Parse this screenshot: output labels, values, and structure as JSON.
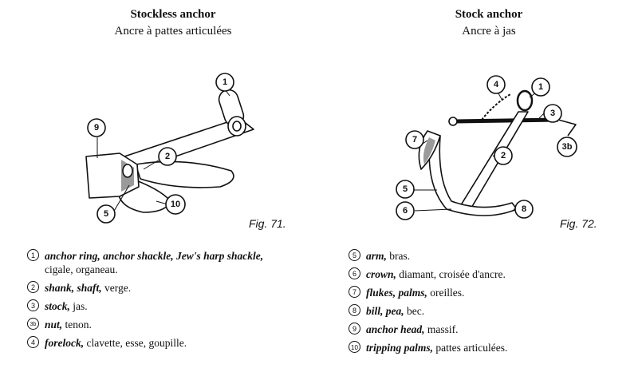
{
  "left": {
    "title_en": "Stockless anchor",
    "title_fr": "Ancre à pattes articulées",
    "figure": "Fig. 71.",
    "callouts": [
      "1",
      "2",
      "9",
      "5",
      "10"
    ]
  },
  "right": {
    "title_en": "Stock anchor",
    "title_fr": "Ancre à jas",
    "figure": "Fig. 72.",
    "callouts": [
      "4",
      "1",
      "3",
      "3b",
      "7",
      "2",
      "5",
      "6",
      "8"
    ]
  },
  "legend_left": [
    {
      "num": "1",
      "term": "anchor ring, anchor shackle, Jew's harp shackle,",
      "rest": " cigale, organeau."
    },
    {
      "num": "2",
      "term": "shank, shaft,",
      "rest": " verge."
    },
    {
      "num": "3",
      "term": "stock,",
      "rest": " jas."
    },
    {
      "num": "3b",
      "term": "nut,",
      "rest": " tenon."
    },
    {
      "num": "4",
      "term": "forelock,",
      "rest": " clavette, esse, goupille."
    }
  ],
  "legend_right": [
    {
      "num": "5",
      "term": "arm,",
      "rest": " bras."
    },
    {
      "num": "6",
      "term": "crown,",
      "rest": " diamant, croisée d'ancre."
    },
    {
      "num": "7",
      "term": "flukes, palms,",
      "rest": " oreilles."
    },
    {
      "num": "8",
      "term": "bill, pea,",
      "rest": " bec."
    },
    {
      "num": "9",
      "term": "anchor head,",
      "rest": " massif."
    },
    {
      "num": "10",
      "term": "tripping palms,",
      "rest": " pattes articulées."
    }
  ]
}
